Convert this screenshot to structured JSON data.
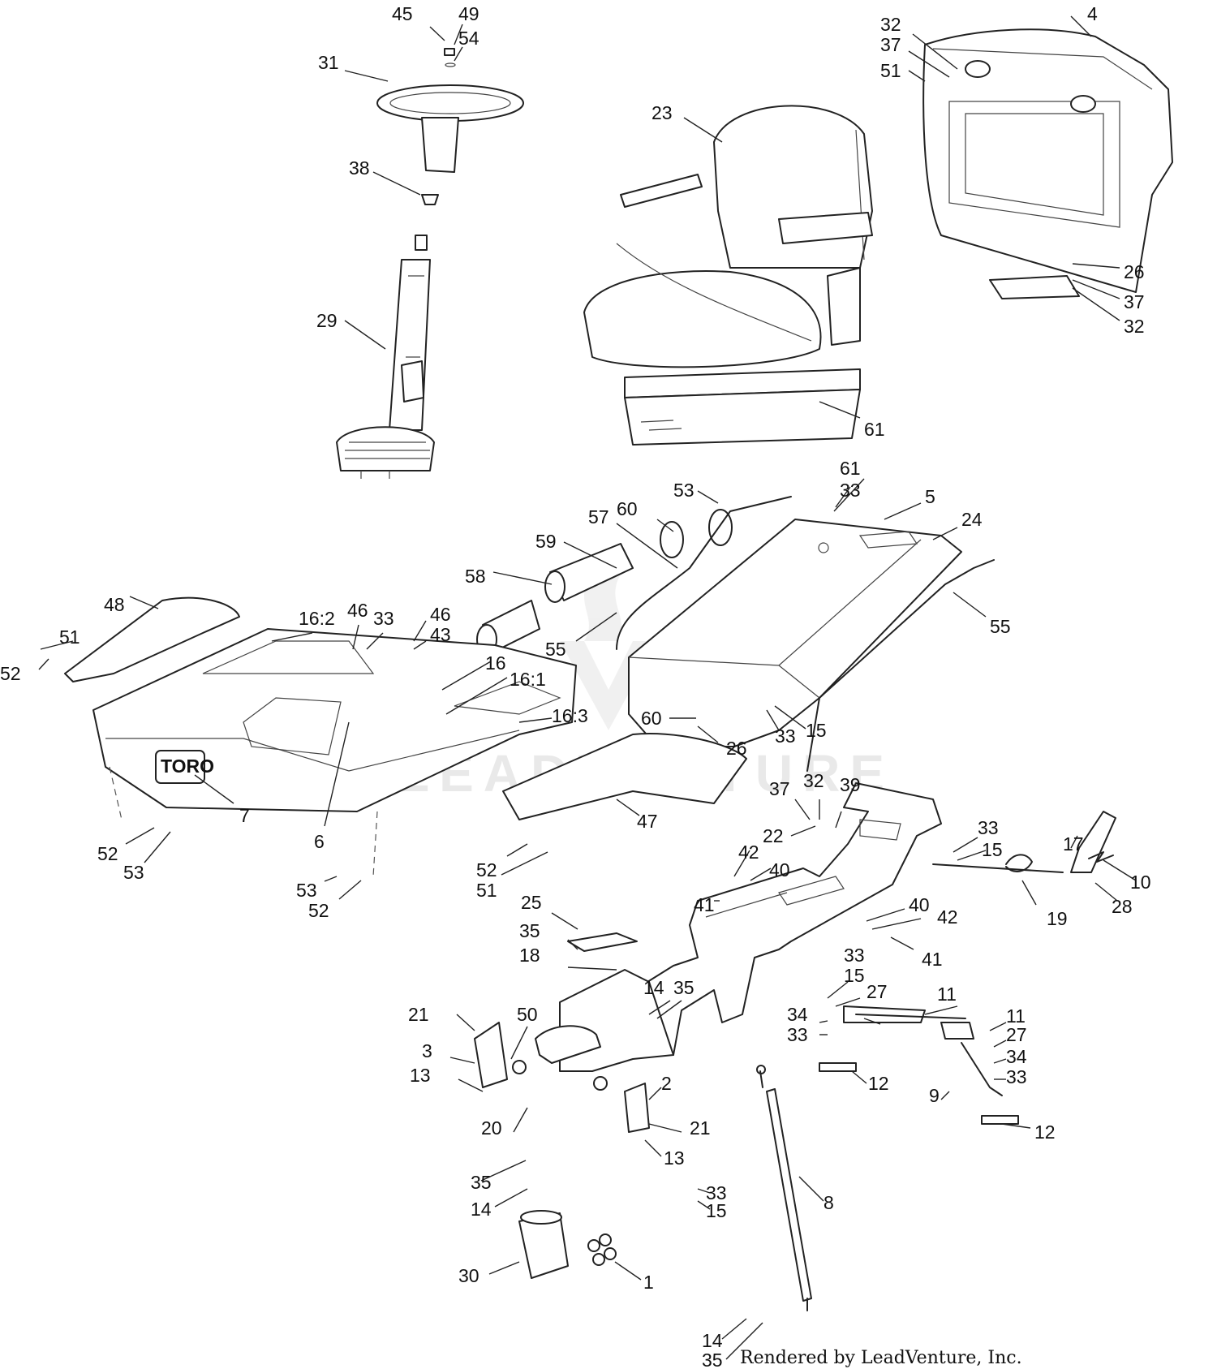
{
  "watermark": "LEADVENTURE",
  "credit": "Rendered by LeadVenture, Inc.",
  "logo": "TORO",
  "callouts": [
    "45",
    "49",
    "54",
    "31",
    "38",
    "29",
    "23",
    "61",
    "32",
    "37",
    "51",
    "4",
    "26",
    "37",
    "32",
    "61",
    "33",
    "5",
    "24",
    "53",
    "60",
    "57",
    "59",
    "58",
    "55",
    "55",
    "48",
    "51",
    "52",
    "16:2",
    "46",
    "33",
    "46",
    "43",
    "16",
    "16:1",
    "16:3",
    "7",
    "6",
    "52",
    "53",
    "47",
    "52",
    "51",
    "53",
    "52",
    "60",
    "26",
    "33",
    "15",
    "37",
    "32",
    "39",
    "22",
    "33",
    "15",
    "42",
    "40",
    "41",
    "17",
    "10",
    "28",
    "19",
    "40",
    "42",
    "41",
    "25",
    "35",
    "18",
    "14",
    "35",
    "33",
    "15",
    "27",
    "11",
    "34",
    "33",
    "21",
    "50",
    "3",
    "13",
    "11",
    "27",
    "34",
    "33",
    "12",
    "2",
    "20",
    "21",
    "9",
    "12",
    "13",
    "35",
    "14",
    "33",
    "15",
    "8",
    "30",
    "1",
    "14",
    "35"
  ]
}
